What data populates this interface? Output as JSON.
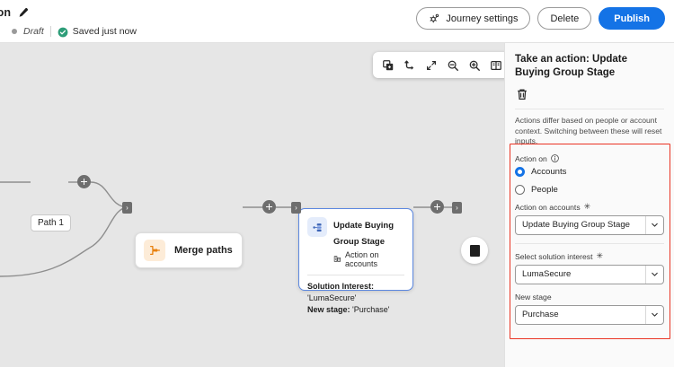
{
  "topbar": {
    "journey_title": "sion",
    "edit_icon": "pencil-icon",
    "status_label": "Draft",
    "saved_label": "Saved just now",
    "saved_icon": "check-circle-icon",
    "journey_settings_label": "Journey settings",
    "journey_settings_icon": "gear-icon",
    "delete_label": "Delete",
    "publish_label": "Publish"
  },
  "canvas": {
    "toolbar": [
      {
        "name": "duplicate-icon",
        "title": "Duplicate"
      },
      {
        "name": "redo-arrow-icon",
        "title": "Redo"
      },
      {
        "name": "fit-to-screen-icon",
        "title": "Fit to screen"
      },
      {
        "name": "zoom-out-icon",
        "title": "Zoom out"
      },
      {
        "name": "zoom-in-icon",
        "title": "Zoom in"
      },
      {
        "name": "map-overview-icon",
        "title": "Overview"
      }
    ],
    "path_label": "Path 1",
    "merge_node": {
      "label": "Merge paths",
      "icon": "merge-paths-icon"
    },
    "action_node": {
      "title": "Update Buying Group Stage",
      "subtitle": "Action on accounts",
      "subtitle_icon": "accounts-icon",
      "icon": "action-node-icon",
      "details": [
        {
          "key": "Solution Interest:",
          "value": "'LumaSecure'"
        },
        {
          "key": "New stage:",
          "value": "'Purchase'"
        }
      ]
    },
    "end_node": "end-node"
  },
  "panel": {
    "title": "Take an action: Update Buying Group Stage",
    "delete_icon": "trash-icon",
    "description": "Actions differ based on people or account context. Switching between these will reset inputs.",
    "action_on": {
      "label": "Action on",
      "info_icon": "info-icon",
      "options": [
        {
          "label": "Accounts",
          "selected": true
        },
        {
          "label": "People",
          "selected": false
        }
      ]
    },
    "fields": [
      {
        "label": "Action on accounts",
        "required": true,
        "value": "Update Buying Group Stage"
      },
      {
        "label": "Select solution interest",
        "required": true,
        "value": "LumaSecure"
      },
      {
        "label": "New stage",
        "required": false,
        "value": "Purchase"
      }
    ],
    "highlight_color": "#ea3323"
  },
  "colors": {
    "accent": "#1473e6",
    "canvas_bg": "#e6e6e6",
    "panel_bg": "#fafafa",
    "merge_icon": "#e8800d",
    "success": "#2d9d78"
  }
}
